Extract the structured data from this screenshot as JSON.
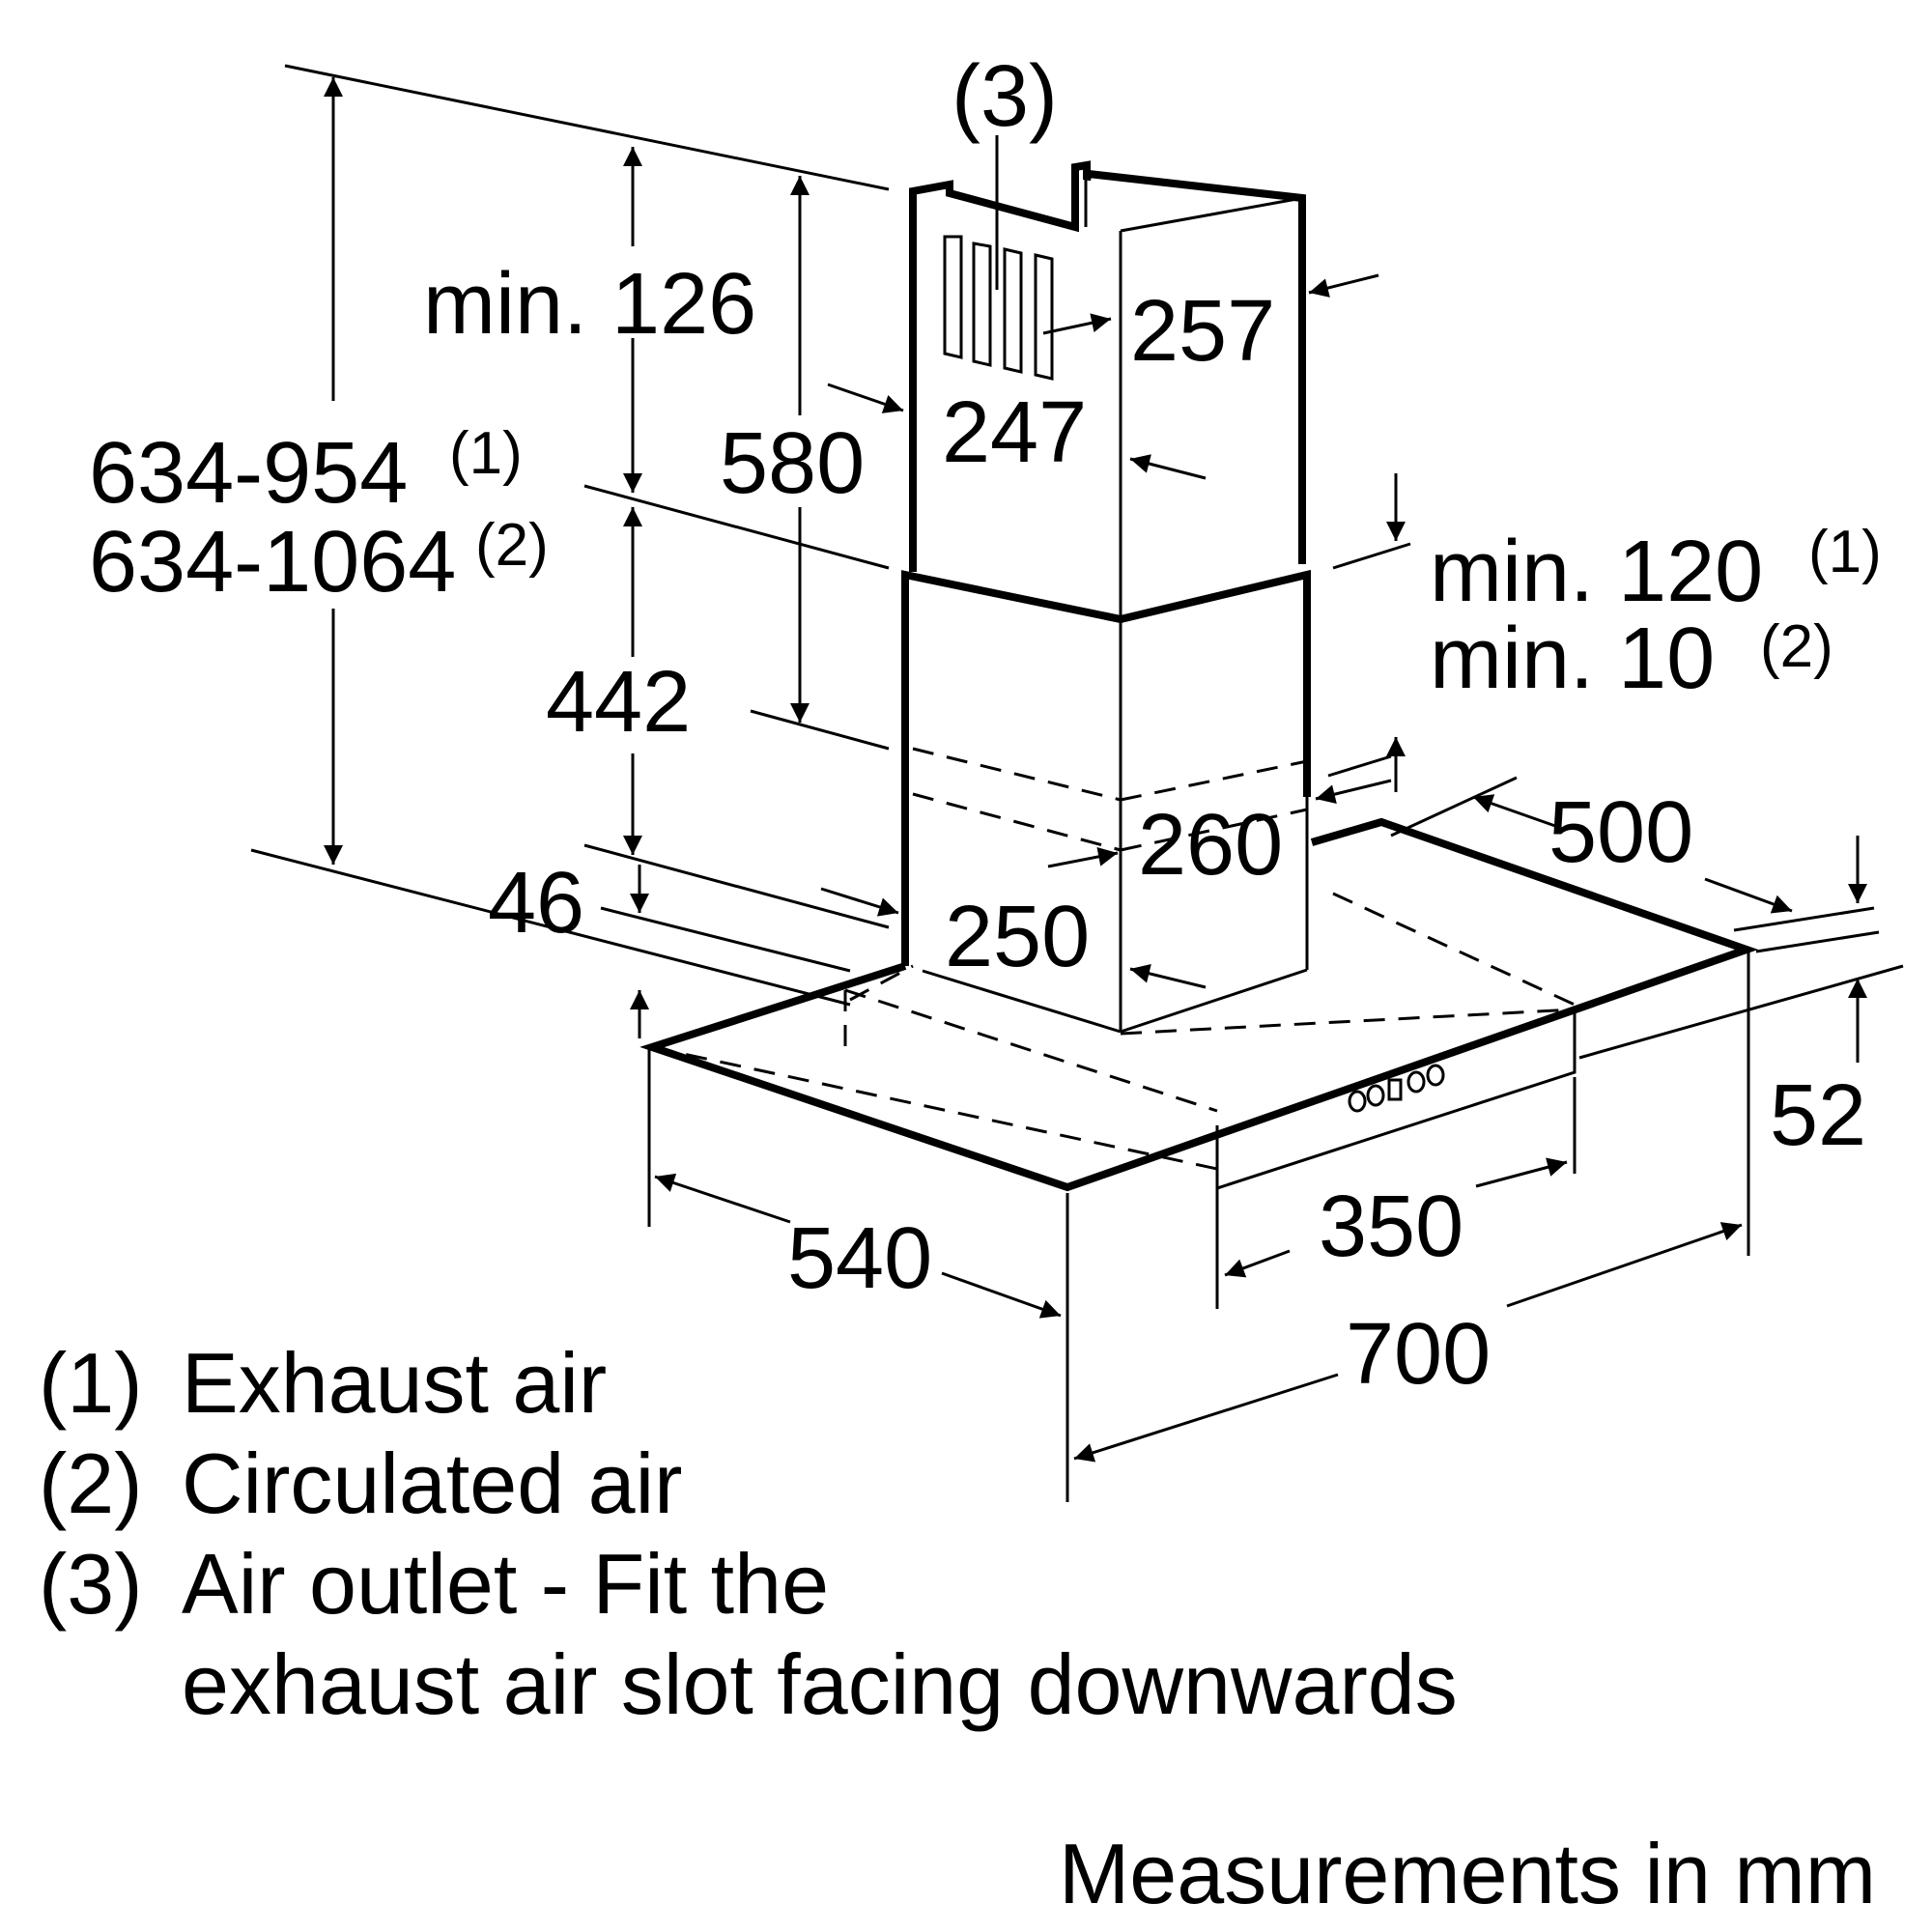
{
  "callout_air_outlet": "(3)",
  "dimensions": {
    "overall_height_exhaust": "634-954",
    "overall_height_exhaust_note": "(1)",
    "overall_height_circulated": "634-1064",
    "overall_height_circulated_note": "(2)",
    "min_top_gap": "min. 126",
    "upper_chimney_height": "580",
    "lower_chimney_height": "442",
    "canopy_to_chimney": "46",
    "upper_chimney_depth": "257",
    "upper_chimney_width": "247",
    "lower_chimney_depth": "260",
    "lower_chimney_width": "250",
    "min_overlap_exhaust": "min. 120",
    "min_overlap_exhaust_note": "(1)",
    "min_overlap_circulated": "min. 10",
    "min_overlap_circulated_note": "(2)",
    "canopy_depth_top": "500",
    "canopy_depth": "540",
    "control_panel_width": "350",
    "canopy_width": "700",
    "canopy_thickness": "52"
  },
  "legend": [
    {
      "number": "(1)",
      "text": "Exhaust air"
    },
    {
      "number": "(2)",
      "text": "Circulated air"
    },
    {
      "number": "(3)",
      "text": "Air outlet - Fit the",
      "continuation": "exhaust air slot facing downwards"
    }
  ],
  "units_note": "Measurements in mm"
}
